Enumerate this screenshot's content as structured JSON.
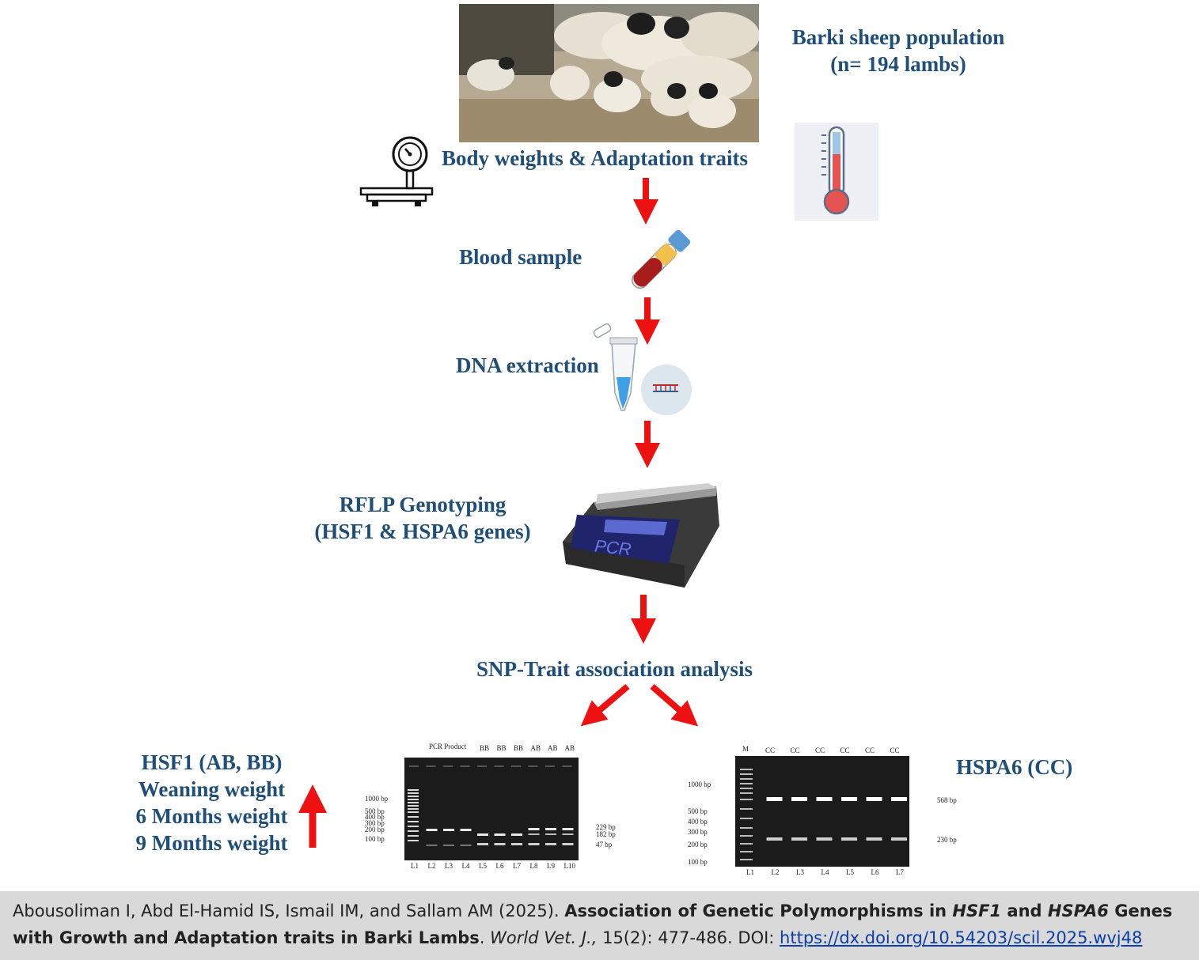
{
  "population": {
    "line1": "Barki sheep population",
    "line2": "(n= 194 lambs)"
  },
  "steps": {
    "traits": "Body weights & Adaptation traits",
    "blood": "Blood sample",
    "dna": "DNA extraction",
    "rflp_line1": "RFLP Genotyping",
    "rflp_line2": "(HSF1 & HSPA6 genes)",
    "snp": "SNP-Trait association analysis"
  },
  "pcr_screen_text": "PCR",
  "results": {
    "hsf1": {
      "line1": "HSF1 (AB, BB)",
      "line2": "Weaning weight",
      "line3": "6 Months weight",
      "line4": "9 Months weight"
    },
    "hspa6": "HSPA6 (CC)"
  },
  "gel1": {
    "header_pcr": "PCR Product",
    "genotypes": [
      "BB",
      "BB",
      "BB",
      "AB",
      "AB",
      "AB"
    ],
    "markers_left": [
      "1000 bp",
      "500 bp",
      "400 bp",
      "300 bp",
      "200 bp",
      "100 bp"
    ],
    "markers_right": [
      "229 bp",
      "182 bp",
      "47 bp"
    ],
    "lanes": [
      "L1",
      "L2",
      "L3",
      "L4",
      "L5",
      "L6",
      "L7",
      "L8",
      "L9",
      "L10"
    ]
  },
  "gel2": {
    "m_label": "M",
    "genotypes": [
      "CC",
      "CC",
      "CC",
      "CC",
      "CC",
      "CC"
    ],
    "markers_left": [
      "1000 bp",
      "500 bp",
      "400 bp",
      "300 bp",
      "200 bp",
      "100 bp"
    ],
    "markers_right": [
      "568 bp",
      "230 bp"
    ],
    "lanes": [
      "L1",
      "L2",
      "L3",
      "L4",
      "L5",
      "L6",
      "L7"
    ]
  },
  "citation": {
    "authors": "Abousoliman I, Abd El-Hamid IS, Ismail IM, and Sallam AM (2025). ",
    "title_a": "Association of Genetic Polymorphisms in ",
    "gene1": "HSF1",
    "title_b": " and ",
    "gene2": "HSPA6",
    "title_c": " Genes with Growth and Adaptation traits in Barki Lambs",
    "sep": ". ",
    "journal": "World Vet. J.,",
    "volume": " 15(2): 477-486. DOI: ",
    "doi": "https://dx.doi.org/10.54203/scil.2025.wvj48"
  },
  "colors": {
    "label": "#1f4e79",
    "arrow": "#ee1111",
    "citation_bg": "#d9d9d9",
    "link": "#0b3ea8"
  }
}
